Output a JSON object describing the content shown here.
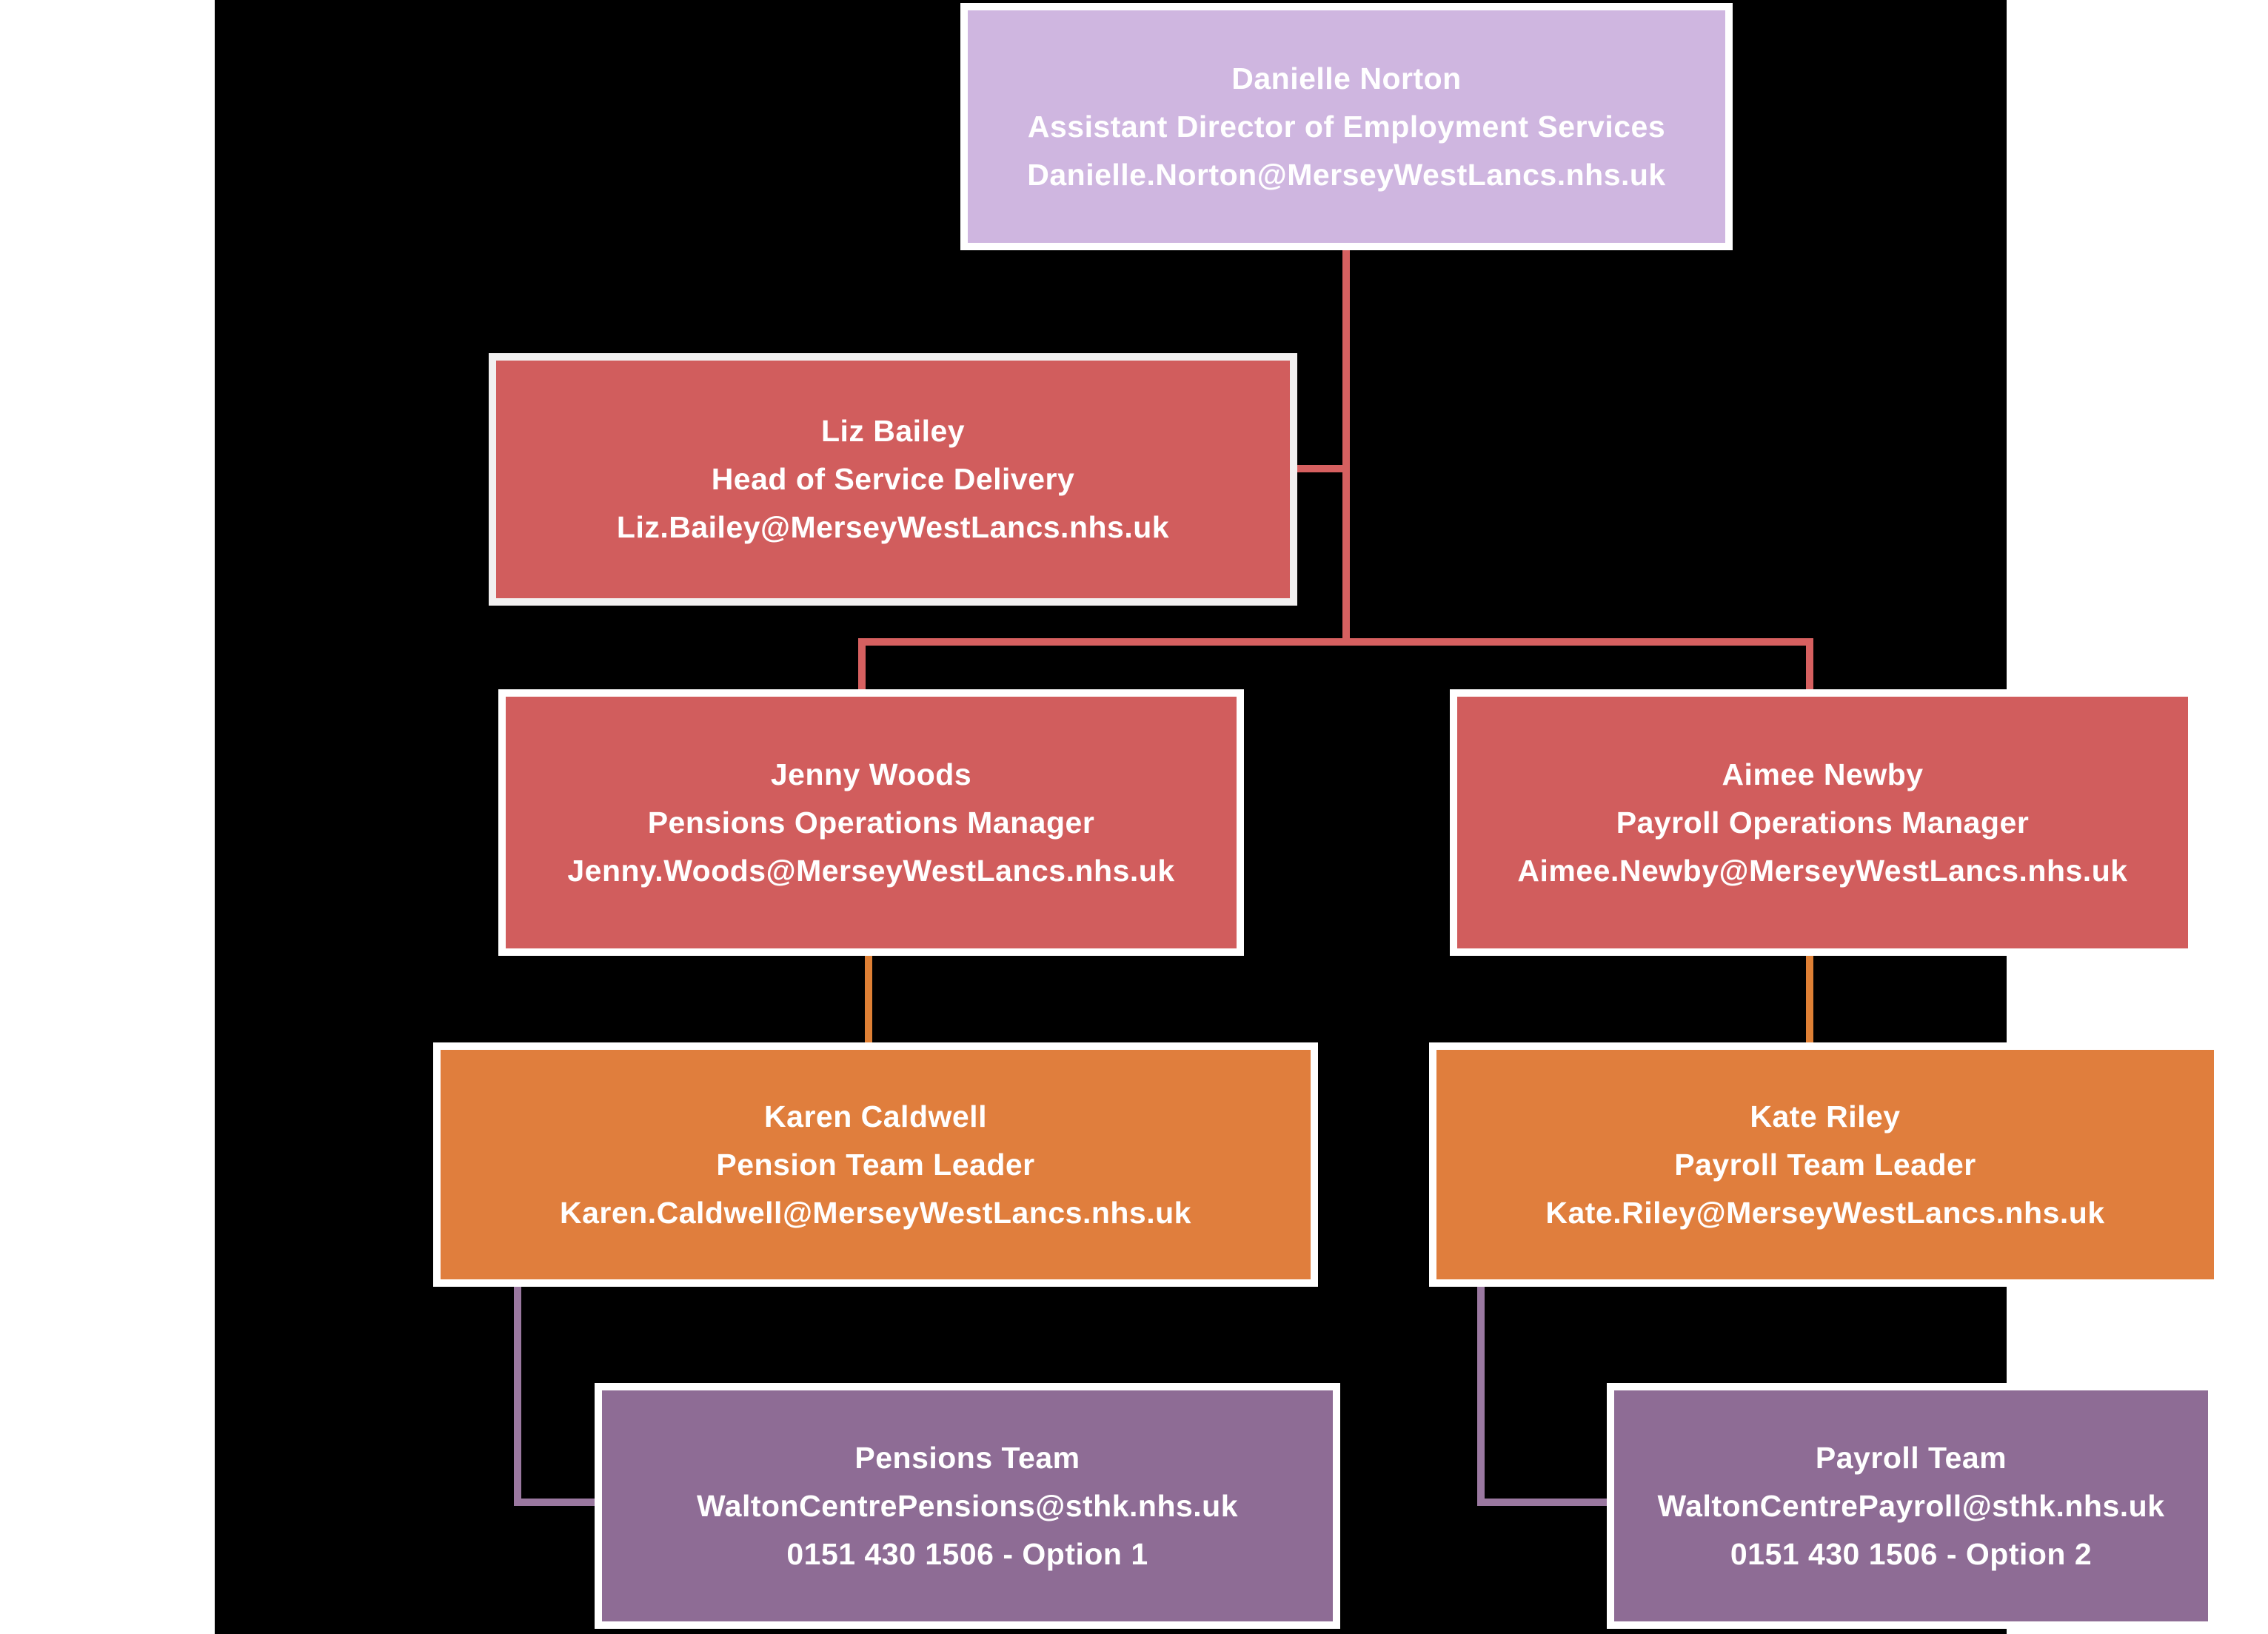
{
  "colors": {
    "page_background": "#ffffff",
    "canvas_background": "#000000",
    "lavender": "#cfb6e0",
    "red": "#d15d5d",
    "orange": "#e07e3d",
    "purple": "#8e6c95",
    "red_line": "#d66060",
    "orange_line": "#df8035",
    "purple_line": "#9a78a0",
    "text": "#ffffff"
  },
  "nodes": {
    "danielle": {
      "name": "Danielle Norton",
      "title": "Assistant Director of Employment Services",
      "email": "Danielle.Norton@MerseyWestLancs.nhs.uk"
    },
    "liz": {
      "name": "Liz Bailey",
      "title": "Head of Service Delivery",
      "email": "Liz.Bailey@MerseyWestLancs.nhs.uk"
    },
    "jenny": {
      "name": "Jenny Woods",
      "title": "Pensions Operations Manager",
      "email": "Jenny.Woods@MerseyWestLancs.nhs.uk"
    },
    "aimee": {
      "name": "Aimee Newby",
      "title": "Payroll Operations Manager",
      "email": "Aimee.Newby@MerseyWestLancs.nhs.uk"
    },
    "karen": {
      "name": "Karen Caldwell",
      "title": "Pension Team Leader",
      "email": "Karen.Caldwell@MerseyWestLancs.nhs.uk"
    },
    "kate": {
      "name": "Kate Riley",
      "title": "Payroll Team Leader",
      "email": "Kate.Riley@MerseyWestLancs.nhs.uk"
    },
    "pensions_team": {
      "name": "Pensions Team",
      "email": "WaltonCentrePensions@sthk.nhs.uk",
      "phone": "0151 430 1506 - Option 1"
    },
    "payroll_team": {
      "name": "Payroll Team",
      "email": "WaltonCentrePayroll@sthk.nhs.uk",
      "phone": "0151 430 1506 - Option 2"
    }
  },
  "edges": [
    {
      "from": "Danielle Norton",
      "to": "Liz Bailey",
      "style": "side-stub",
      "color": "red_line"
    },
    {
      "from": "Danielle Norton",
      "to": "Jenny Woods",
      "color": "red_line"
    },
    {
      "from": "Danielle Norton",
      "to": "Aimee Newby",
      "color": "red_line"
    },
    {
      "from": "Jenny Woods",
      "to": "Karen Caldwell",
      "color": "orange_line"
    },
    {
      "from": "Aimee Newby",
      "to": "Kate Riley",
      "color": "orange_line"
    },
    {
      "from": "Karen Caldwell",
      "to": "Pensions Team",
      "color": "purple_line"
    },
    {
      "from": "Kate Riley",
      "to": "Payroll Team",
      "color": "purple_line"
    }
  ]
}
